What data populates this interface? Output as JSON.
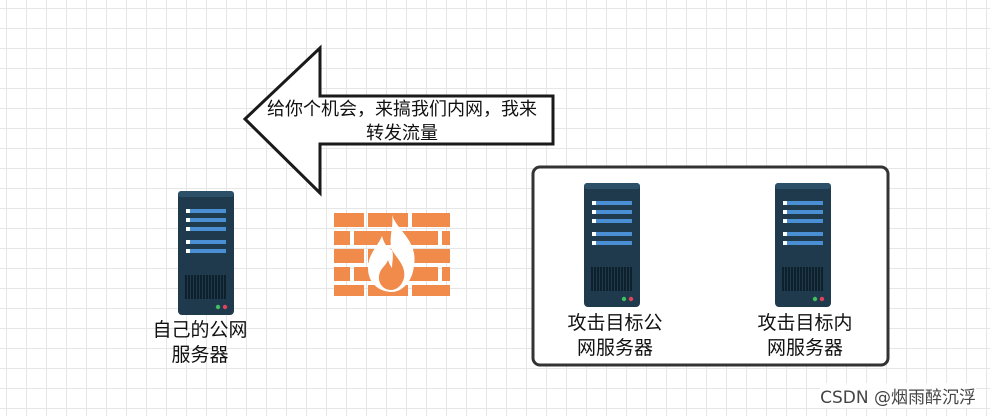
{
  "arrow_text": {
    "line1": "给你个机会，来搞我们内网，我来",
    "line2": "转发流量"
  },
  "nodes": {
    "own_public_server": {
      "line1": "自己的公网",
      "line2": "服务器"
    },
    "target_public_server": {
      "line1": "攻击目标公",
      "line2": "网服务器"
    },
    "target_internal_server": {
      "line1": "攻击目标内",
      "line2": "网服务器"
    }
  },
  "icons": {
    "server": "server-rack-icon",
    "firewall": "firewall-icon"
  },
  "colors": {
    "server_body": "#1f3a4d",
    "server_slot": "#4a8fd4",
    "firewall_brick": "#f08b4c",
    "arrow_stroke": "#1a1a1a"
  },
  "watermark": "CSDN @烟雨醉沉浮"
}
